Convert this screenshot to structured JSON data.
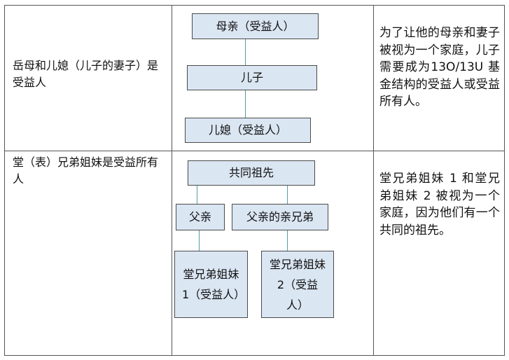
{
  "rows": [
    {
      "left_text": "岳母和儿媳（儿子的妻子）是受益人",
      "chart": {
        "mother": "母亲（受益人）",
        "son": "儿子",
        "daughter_in_law": "儿媳（受益人）"
      },
      "right_text": "为了让他的母亲和妻子被视为一个家庭，儿子需要成为13O/13U 基金结构的受益人或受益所有人。"
    },
    {
      "left_text": "堂（表）兄弟姐妹是受益所有人",
      "chart": {
        "common_ancestor": "共同祖先",
        "father": "父亲",
        "fathers_sibling": "父亲的亲兄弟",
        "cousin1": "堂兄弟姐妹 1（受益人）",
        "cousin2": "堂兄弟姐妹 2（受益人）"
      },
      "right_text": "堂兄弟姐妹 1 和堂兄弟姐妹 2 被视为一个家庭，因为他们有一个共同的祖先。"
    }
  ]
}
